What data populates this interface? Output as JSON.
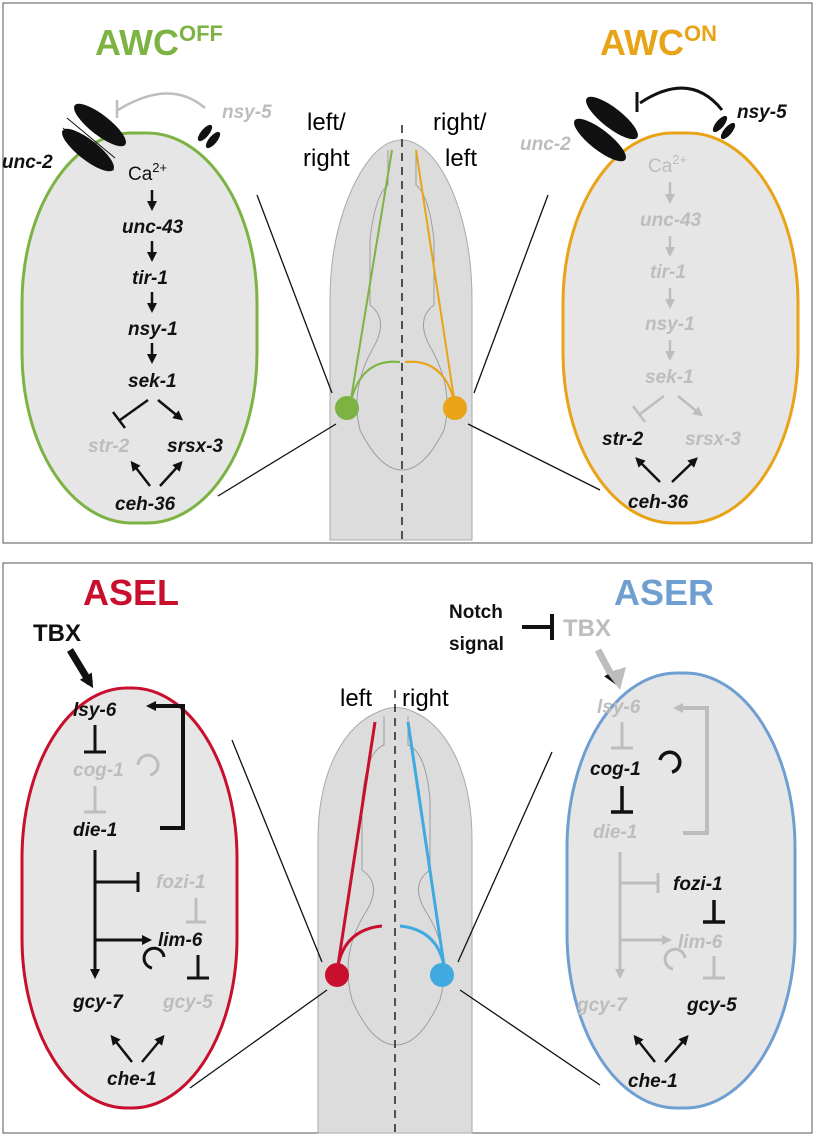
{
  "colors": {
    "awc_off": "#7cb342",
    "awc_on": "#e8a317",
    "asel": "#c8102e",
    "aser": "#6f9fd1",
    "inactive": "#bdbdbd",
    "active": "#111111",
    "cell_fill": "#e6e6e6",
    "worm_fill": "#dcdcdc"
  },
  "top_panel": {
    "awc_off": {
      "title": "AWC",
      "title_sup": "OFF",
      "channel": "unc-2",
      "gap_junction": "nsy-5",
      "ca": "Ca",
      "ca_sup": "2+",
      "genes": [
        "unc-43",
        "tir-1",
        "nsy-1",
        "sek-1"
      ],
      "str2": "str-2",
      "srsx3": "srsx-3",
      "ceh36": "ceh-36"
    },
    "awc_on": {
      "title": "AWC",
      "title_sup": "ON",
      "channel": "unc-2",
      "gap_junction": "nsy-5",
      "ca": "Ca",
      "ca_sup": "2+",
      "genes": [
        "unc-43",
        "tir-1",
        "nsy-1",
        "sek-1"
      ],
      "str2": "str-2",
      "srsx3": "srsx-3",
      "ceh36": "ceh-36"
    },
    "worm": {
      "left_label_1": "left/",
      "left_label_2": "right",
      "right_label_1": "right/",
      "right_label_2": "left"
    }
  },
  "bottom_panel": {
    "asel": {
      "title": "ASEL",
      "tbx": "TBX",
      "lsy6": "lsy-6",
      "cog1": "cog-1",
      "die1": "die-1",
      "fozi1": "fozi-1",
      "lim6": "lim-6",
      "gcy7": "gcy-7",
      "gcy5": "gcy-5",
      "che1": "che-1"
    },
    "aser": {
      "title": "ASER",
      "tbx": "TBX",
      "notch_1": "Notch",
      "notch_2": "signal",
      "lsy6": "lsy-6",
      "cog1": "cog-1",
      "die1": "die-1",
      "fozi1": "fozi-1",
      "lim6": "lim-6",
      "gcy7": "gcy-7",
      "gcy5": "gcy-5",
      "che1": "che-1"
    },
    "worm": {
      "left_label": "left",
      "right_label": "right"
    }
  }
}
